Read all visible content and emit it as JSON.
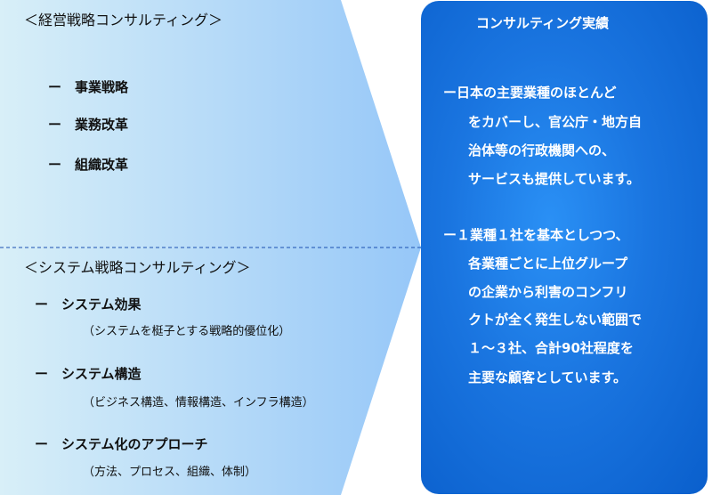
{
  "left": {
    "section1": {
      "heading": "＜経営戦略コンサルティング＞",
      "items": [
        {
          "dash": "ー",
          "label": "事業戦略"
        },
        {
          "dash": "ー",
          "label": "業務改革"
        },
        {
          "dash": "ー",
          "label": "組織改革"
        }
      ]
    },
    "section2": {
      "heading": "＜システム戦略コンサルティング＞",
      "items": [
        {
          "dash": "ー",
          "label": "システム効果",
          "sub": "（システムを梃子とする戦略的優位化）"
        },
        {
          "dash": "ー",
          "label": "システム構造",
          "sub": "（ビジネス構造、情報構造、インフラ構造）"
        },
        {
          "dash": "ー",
          "label": "システム化のアプローチ",
          "sub": "（方法、プロセス、組織、体制）"
        }
      ]
    }
  },
  "right": {
    "title": "コンサルティング実績",
    "para1": [
      "ー日本の主要業種のほとんど",
      "をカバーし、官公庁・地方自",
      "治体等の行政機関への、",
      "サービスも提供しています。"
    ],
    "para2": [
      "ー１業種１社を基本としつつ、",
      "各業種ごとに上位グループ",
      "の企業から利害のコンフリ",
      "クトが全く発生しない範囲で",
      "１～３社、合計90社程度を",
      "主要な顧客としています。"
    ]
  },
  "colors": {
    "left_light": "#d6eef8",
    "left_dark": "#99c9f7",
    "box_center": "#2a90f5",
    "box_edge": "#0a5fcc",
    "divider": "#1a4fb0"
  }
}
